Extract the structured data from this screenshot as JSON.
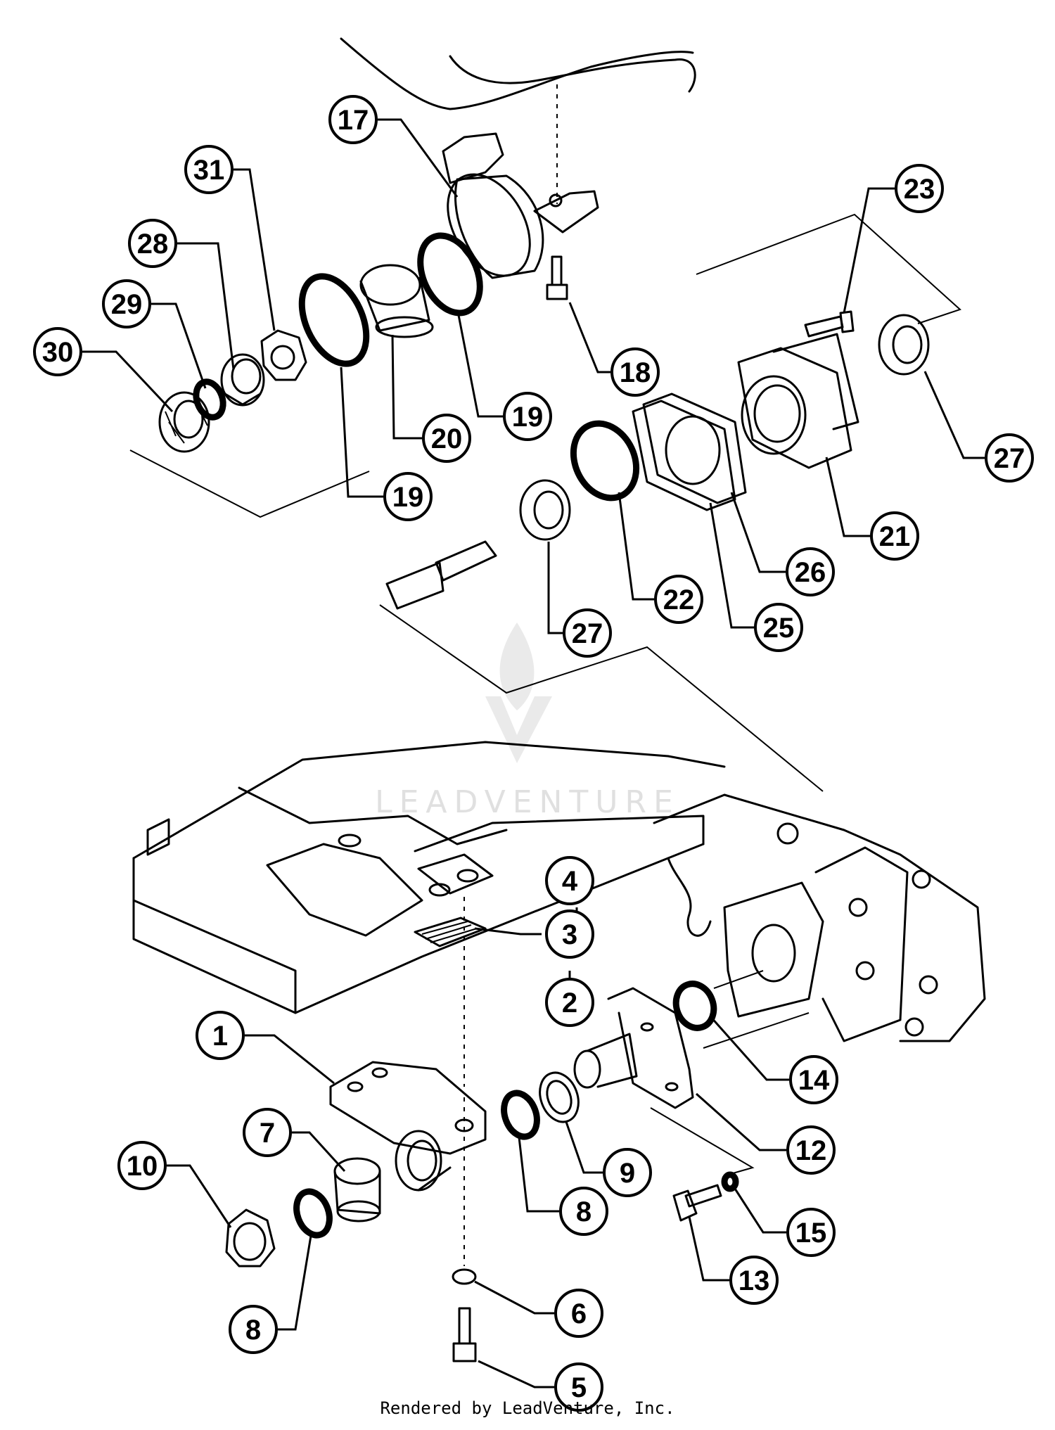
{
  "callouts": [
    {
      "label": "17"
    },
    {
      "label": "31"
    },
    {
      "label": "28"
    },
    {
      "label": "29"
    },
    {
      "label": "30"
    },
    {
      "label": "23"
    },
    {
      "label": "18"
    },
    {
      "label": "19"
    },
    {
      "label": "20"
    },
    {
      "label": "19"
    },
    {
      "label": "27"
    },
    {
      "label": "21"
    },
    {
      "label": "26"
    },
    {
      "label": "22"
    },
    {
      "label": "25"
    },
    {
      "label": "27"
    },
    {
      "label": "4"
    },
    {
      "label": "3"
    },
    {
      "label": "2"
    },
    {
      "label": "1"
    },
    {
      "label": "14"
    },
    {
      "label": "7"
    },
    {
      "label": "12"
    },
    {
      "label": "10"
    },
    {
      "label": "9"
    },
    {
      "label": "8"
    },
    {
      "label": "15"
    },
    {
      "label": "13"
    },
    {
      "label": "8"
    },
    {
      "label": "6"
    },
    {
      "label": "5"
    }
  ],
  "watermark": {
    "text": "LEADVENTURE"
  },
  "footer": {
    "text": "Rendered by LeadVenture, Inc."
  }
}
